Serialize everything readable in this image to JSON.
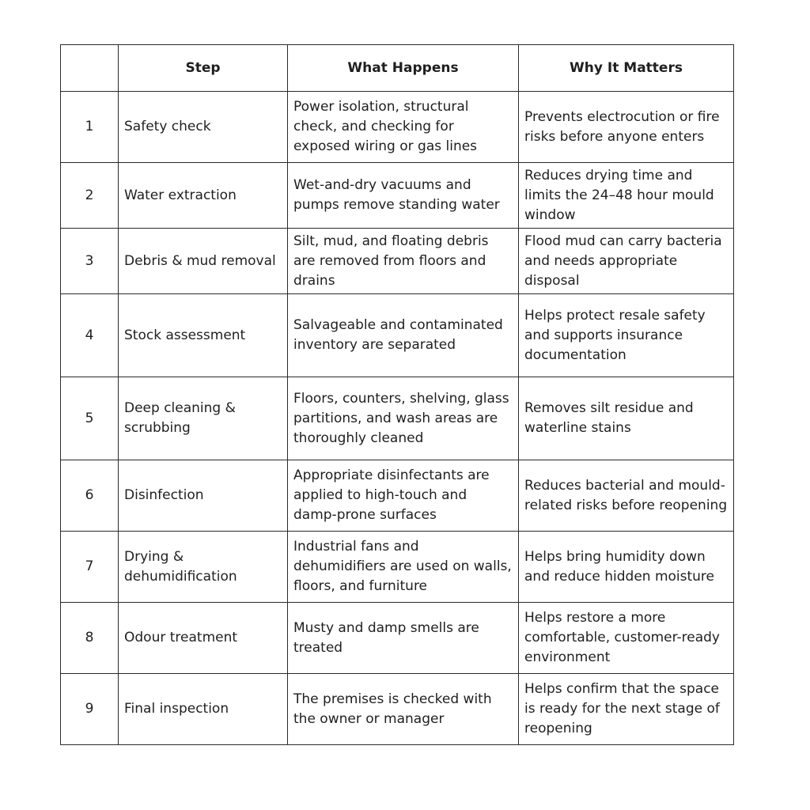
{
  "table": {
    "headers": {
      "number": "",
      "step": "Step",
      "what": "What Happens",
      "why": "Why It Matters"
    },
    "rows": [
      {
        "number": "1",
        "step": "Safety check",
        "what": "Power isolation, structural check, and checking for exposed wiring or gas lines",
        "why": "Prevents electrocution or fire risks before anyone enters"
      },
      {
        "number": "2",
        "step": "Water extraction",
        "what": "Wet-and-dry vacuums and pumps remove standing water",
        "why": "Reduces drying time and limits the 24–48 hour mould window"
      },
      {
        "number": "3",
        "step": "Debris & mud removal",
        "what": "Silt, mud, and floating debris are removed from floors and drains",
        "why": "Flood mud can carry bacteria and needs appropriate disposal"
      },
      {
        "number": "4",
        "step": "Stock assessment",
        "what": "Salvageable and contaminated inventory are separated",
        "why": "Helps protect resale safety and supports insurance documentation"
      },
      {
        "number": "5",
        "step": "Deep cleaning & scrubbing",
        "what": "Floors, counters, shelving, glass partitions, and wash areas are thoroughly cleaned",
        "why": "Removes silt residue and waterline stains"
      },
      {
        "number": "6",
        "step": "Disinfection",
        "what": "Appropriate disinfectants are applied to high-touch and damp-prone surfaces",
        "why": "Reduces bacterial and mould-related risks before reopening"
      },
      {
        "number": "7",
        "step": "Drying & dehumidification",
        "what": "Industrial fans and dehumidifiers are used on walls, floors, and furniture",
        "why": "Helps bring humidity down and reduce hidden moisture"
      },
      {
        "number": "8",
        "step": "Odour treatment",
        "what": "Musty and damp smells are treated",
        "why": "Helps restore a more comfortable, customer-ready environment"
      },
      {
        "number": "9",
        "step": "Final inspection",
        "what": "The premises is checked with the owner or manager",
        "why": "Helps confirm that the space is ready for the next stage of reopening"
      }
    ]
  }
}
